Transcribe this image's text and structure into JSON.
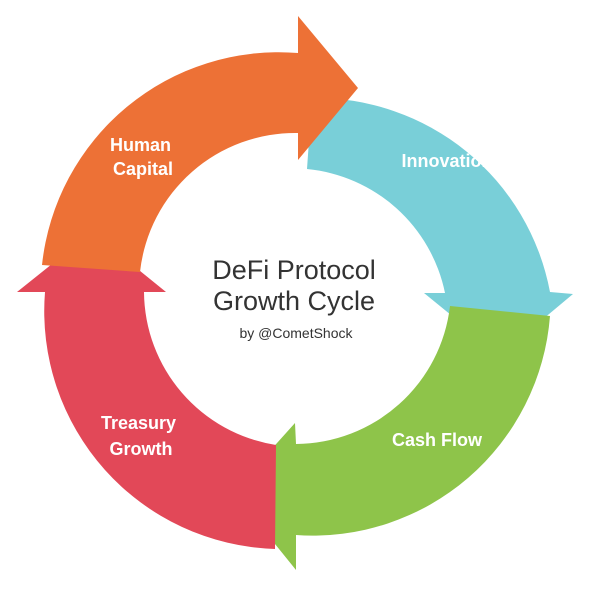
{
  "center": {
    "title_line1": "DeFi Protocol",
    "title_line2": "Growth Cycle",
    "byline": "by @CometShock"
  },
  "segments": [
    {
      "id": "human-capital",
      "label_line1": "Human",
      "label_line2": "Capital",
      "color": "#ED7136"
    },
    {
      "id": "innovation",
      "label_line1": "Innovation",
      "label_line2": "",
      "color": "#79CFD8"
    },
    {
      "id": "cash-flow",
      "label_line1": "Cash Flow",
      "label_line2": "",
      "color": "#8EC44A"
    },
    {
      "id": "treasury-growth",
      "label_line1": "Treasury",
      "label_line2": "Growth",
      "color": "#E24858"
    }
  ]
}
